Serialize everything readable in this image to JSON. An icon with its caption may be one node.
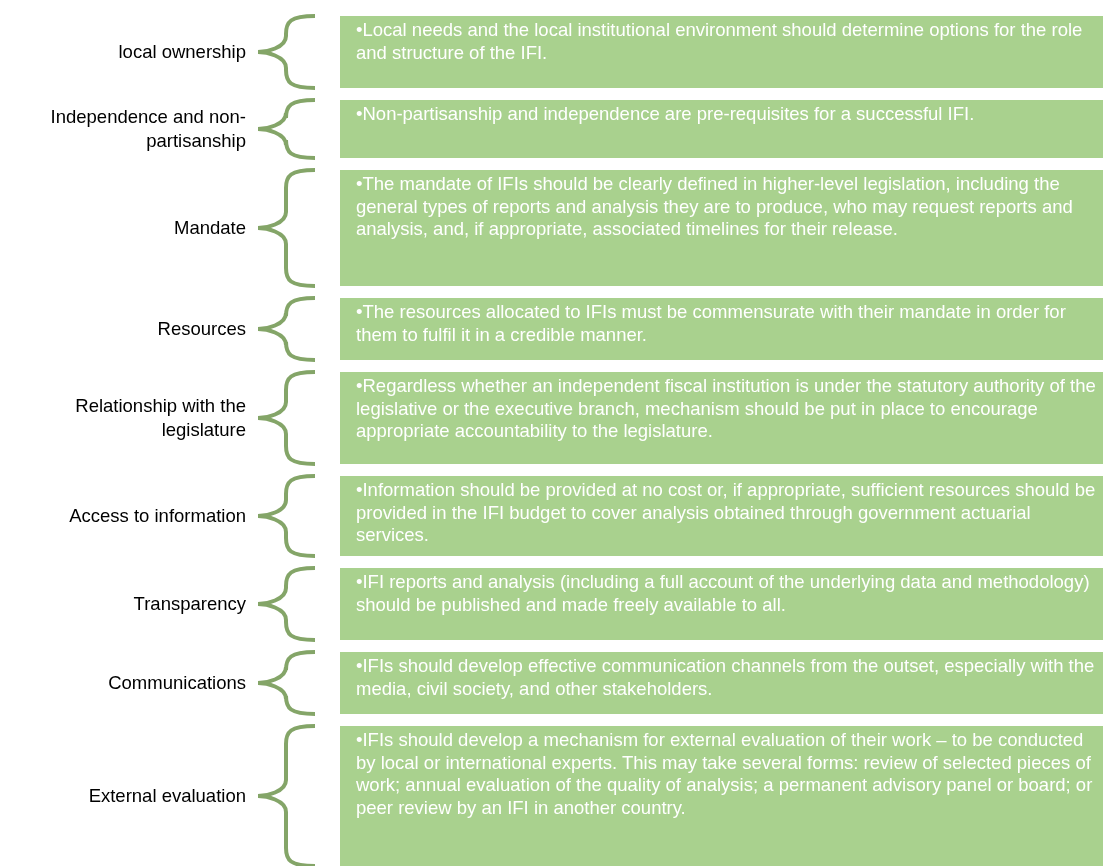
{
  "diagram": {
    "nodes": [
      {
        "text": [
          "•Local needs and the local institutional environment should determine options for the role and structure of the IFI."
        ]
      },
      {
        "text": [
          "•Non-partisanship and independence are pre-requisites for a successful IFI."
        ]
      },
      {
        "text": [
          "•The mandate of IFIs should be clearly defined in higher-level legislation, including the general types of reports and analysis they are to produce, who may request reports and analysis, and, if appropriate, associated timelines for their release."
        ]
      },
      {
        "text": [
          "•The resources allocated to IFIs must be commensurate with their mandate in order for them to fulfil it in a credible manner."
        ]
      },
      {
        "text": [
          "•Regardless whether an independent fiscal institution is under the statutory authority of the legislative or the executive branch, mechanism should be put in place to encourage appropriate accountability to the legislature."
        ]
      },
      {
        "text": [
          "•Information should be provided at no cost or, if appropriate, sufficient resources should be provided in the IFI budget to cover analysis obtained through government actuarial services."
        ]
      },
      {
        "text": [
          "•IFI reports and analysis (including a full account of the underlying data and methodology) should be published and made freely available to all."
        ]
      },
      {
        "text": [
          "•IFIs should develop effective communication channels from the outset, especially with the media, civil society, and other stakeholders."
        ]
      },
      {
        "text": [
          "•IFIs should develop a mechanism for external evaluation of their work – to be conducted by local or international experts. This may take several forms: review of selected pieces of work; annual evaluation of the quality of analysis; a permanent advisory panel or board; or peer review by an IFI in another country."
        ]
      }
    ],
    "labels": [
      "local ownership",
      "Independence and non-partisanship",
      "Mandate",
      "Resources",
      "Relationship with the legislature",
      "Access to information",
      "Transparency",
      "Communications",
      "External evaluation"
    ]
  }
}
